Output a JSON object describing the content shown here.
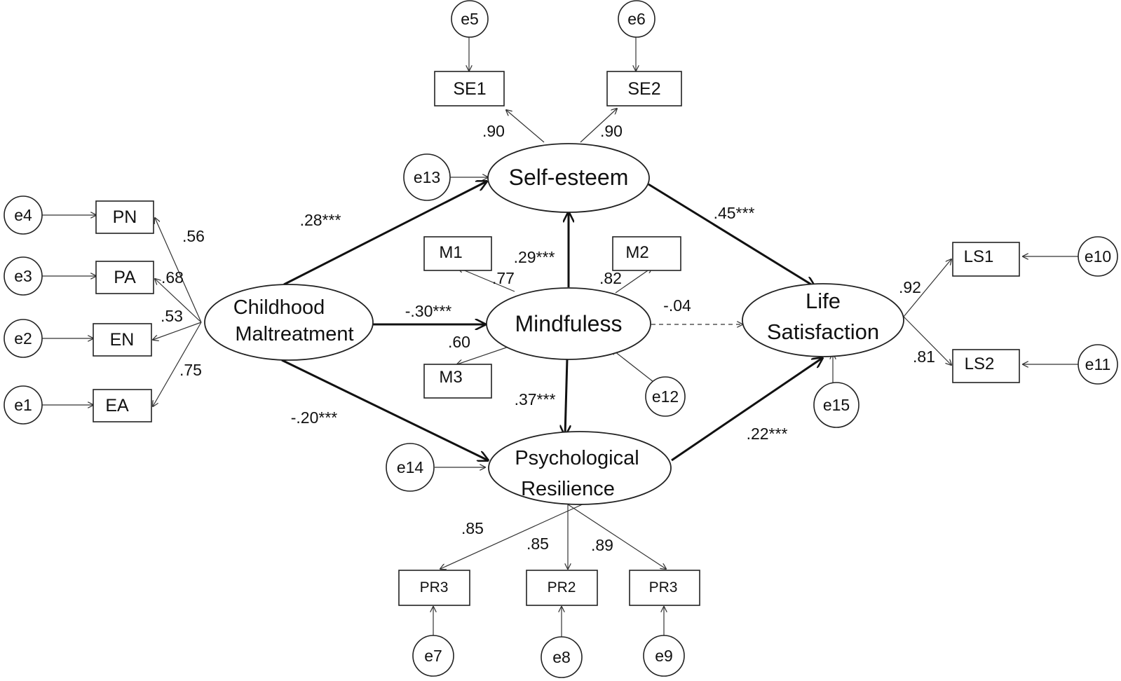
{
  "latents": {
    "childhood": {
      "line1": "Childhood",
      "line2": "Maltreatment"
    },
    "selfesteem": {
      "label": "Self-esteem"
    },
    "mindfulness": {
      "label": "Mindfuless"
    },
    "resilience": {
      "line1": "Psychological",
      "line2": "Resilience"
    },
    "lifesat": {
      "line1": "Life",
      "line2": "Satisfaction"
    }
  },
  "indicators": {
    "PN": "PN",
    "PA": "PA",
    "EN": "EN",
    "EA": "EA",
    "SE1": "SE1",
    "SE2": "SE2",
    "M1": "M1",
    "M2": "M2",
    "M3": "M3",
    "LS1": "LS1",
    "LS2": "LS2",
    "PR3a": "PR3",
    "PR2": "PR2",
    "PR3b": "PR3"
  },
  "errors": {
    "e1": "e1",
    "e2": "e2",
    "e3": "e3",
    "e4": "e4",
    "e5": "e5",
    "e6": "e6",
    "e7": "e7",
    "e8": "e8",
    "e9": "e9",
    "e10": "e10",
    "e11": "e11",
    "e12": "e12",
    "e13": "e13",
    "e14": "e14",
    "e15": "e15"
  },
  "loadings": {
    "pn": ".56",
    "pa": ".68",
    "en": ".53",
    "ea": ".75",
    "se1": ".90",
    "se2": ".90",
    "m1": ".77",
    "m2": ".82",
    "m3": ".60",
    "ls1": ".92",
    "ls2": ".81",
    "pr3a": ".85",
    "pr2": ".85",
    "pr3b": ".89"
  },
  "paths": {
    "cm_se": ".28***",
    "cm_mind": "-.30***",
    "cm_pr": "-.20***",
    "mind_se": ".29***",
    "mind_pr": ".37***",
    "mind_ls": "-.04",
    "se_ls": ".45***",
    "pr_ls": ".22***"
  }
}
